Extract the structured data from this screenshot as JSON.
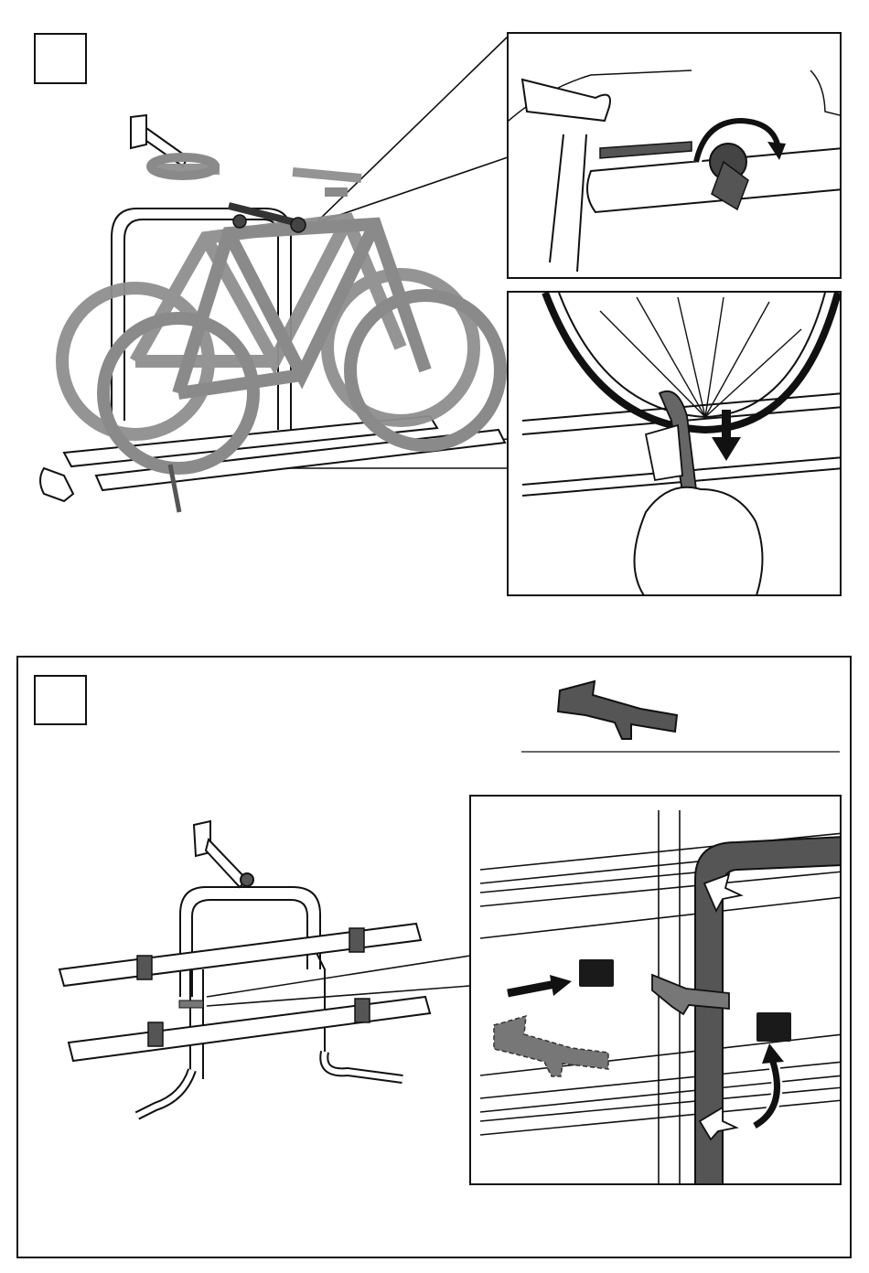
{
  "page": {
    "background": "#ffffff",
    "line_color": "#111111",
    "bike_gray": "#8f8f8f",
    "dark_gray": "#555555"
  },
  "steps": [
    {
      "id": "step-a",
      "number_label": "",
      "main_figure": "rack-with-two-bikes",
      "details": [
        "frame-strap-knob-tighten",
        "wheel-strap-pull-down"
      ],
      "icons": [
        "rotate-arrow-icon",
        "down-arrow-icon"
      ]
    },
    {
      "id": "step-b",
      "number_label": "",
      "main_figure": "empty-rack",
      "part": "spacer-clip",
      "details": [
        "spacer-clip-insert"
      ],
      "icons": [
        "right-arrow-icon",
        "curved-up-arrow-icon"
      ],
      "sub_tags": [
        "",
        ""
      ]
    }
  ]
}
